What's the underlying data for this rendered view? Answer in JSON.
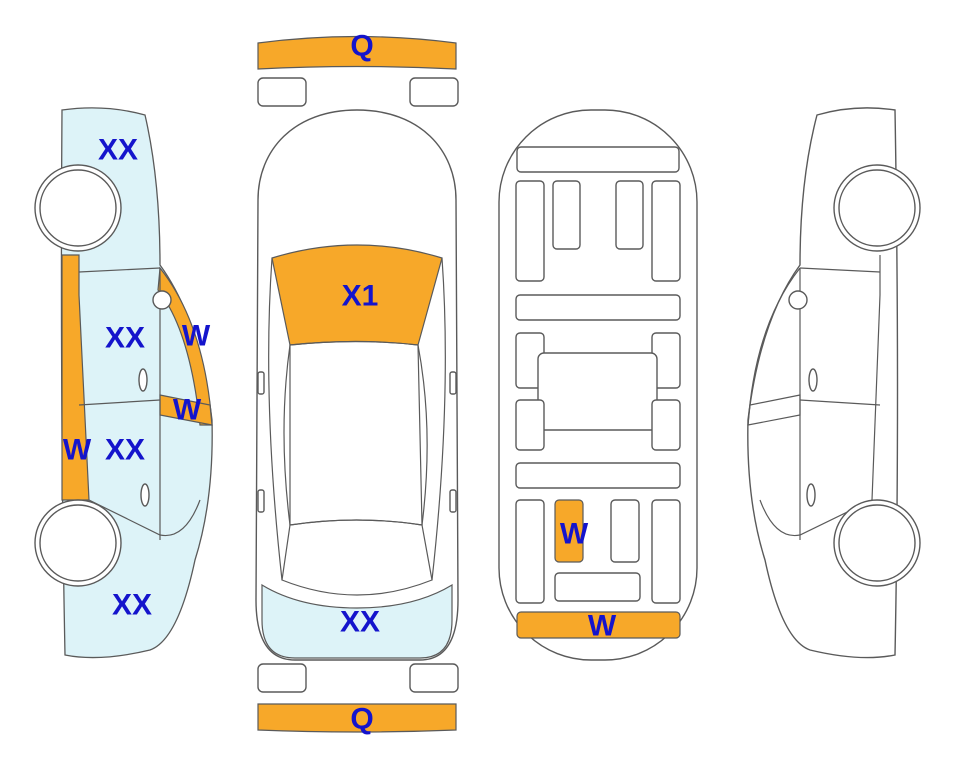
{
  "colors": {
    "damage_orange": "#F7A829",
    "light_blue": "#DDF3F8",
    "label_blue": "#1414CC",
    "outline": "#5A5A5A"
  },
  "labels": {
    "front_bumper": "Q",
    "rear_bumper": "Q",
    "windshield": "X1",
    "rear_top": "XX",
    "side_top": "XX",
    "side_front_door": "XX",
    "side_rear_door": "XX",
    "side_bottom": "XX",
    "side_pillar_left": "W",
    "side_window_frame": "W",
    "side_vent_window": "W",
    "under_mid": "W",
    "under_rear": "W"
  }
}
